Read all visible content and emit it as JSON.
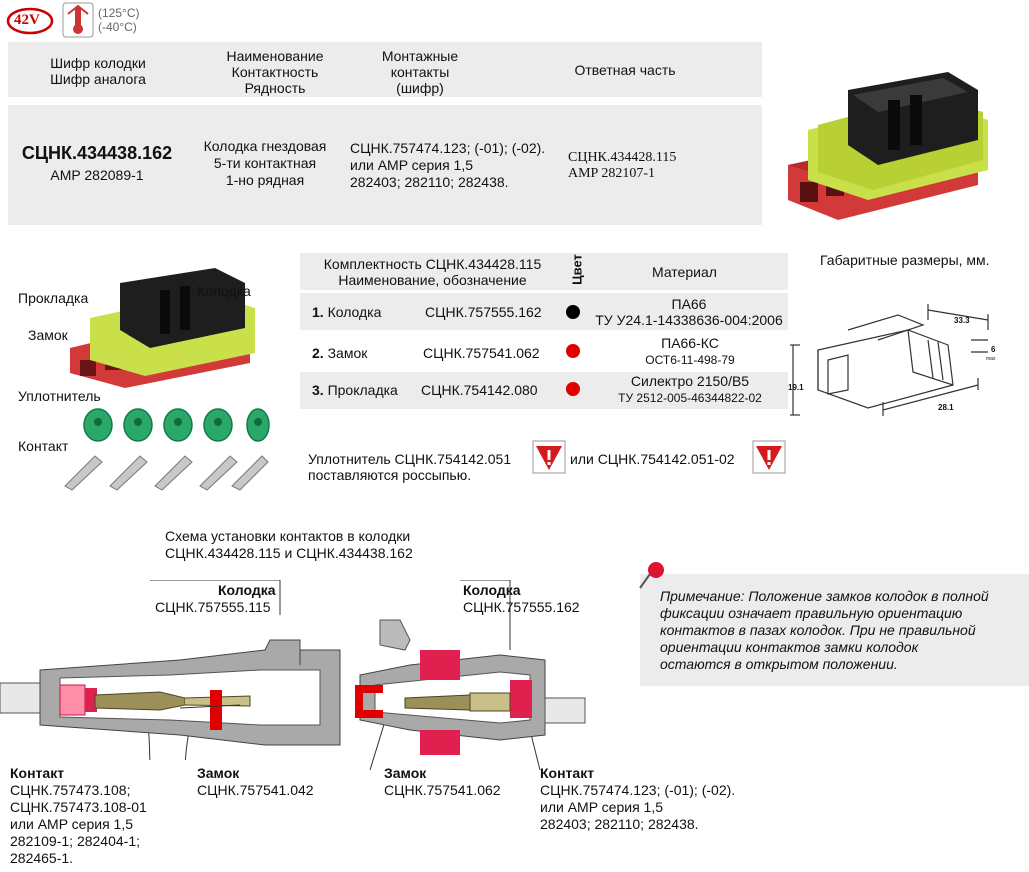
{
  "badge": {
    "voltage": "42V",
    "temp_high": "(125°C)",
    "temp_low": "(-40°C)"
  },
  "header": {
    "col1": [
      "Шифр колодки",
      "Шифр аналога"
    ],
    "col2": [
      "Наименование",
      "Контактность",
      "Рядность"
    ],
    "col3": [
      "Монтажные",
      "контакты",
      "(шифр)"
    ],
    "col4": "Ответная часть"
  },
  "product": {
    "code": "СЦНК.434438.162",
    "analog": "AMP 282089-1",
    "name": [
      "Колодка гнездовая",
      "5-ти контактная",
      "1-но рядная"
    ],
    "contacts": [
      "СЦНК.757474.123; (-01); (-02).",
      "или AMP серия 1,5",
      "282403; 282110; 282438."
    ],
    "mate": [
      "СЦНК.434428.115",
      "AMP 282107-1"
    ]
  },
  "parts_labels": [
    "Прокладка",
    "Колодка",
    "Замок",
    "Уплотнитель",
    "Контакт"
  ],
  "kit": {
    "title": [
      "Комплектность СЦНК.434428.115",
      "Наименование, обозначение"
    ],
    "color_header": "Цвет",
    "material_header": "Материал",
    "rows": [
      {
        "num": "1.",
        "name": "Колодка",
        "code": "СЦНК.757555.162",
        "color": "#000000",
        "mat1": "ПА66",
        "mat2": "ТУ У24.1-14338636-004:2006"
      },
      {
        "num": "2.",
        "name": "Замок",
        "code": "СЦНК.757541.062",
        "color": "#e00000",
        "mat1": "ПА66-КС",
        "mat2": "ОСТ6-11-498-79"
      },
      {
        "num": "3.",
        "name": "Прокладка",
        "code": "СЦНК.754142.080",
        "color": "#e00000",
        "mat1": "Силектро 2150/B5",
        "mat2": "ТУ 2512-005-46344822-02"
      }
    ]
  },
  "seal_note": {
    "part1": "Уплотнитель СЦНК.754142.051",
    "part2": "или СЦНК.754142.051-02",
    "part3": "поставляются россыпью."
  },
  "dimensions": {
    "title": "Габаритные размеры, мм.",
    "d1": "33.3",
    "d2": "6",
    "d2_sub": "max",
    "d3": "19.1",
    "d4": "28.1"
  },
  "scheme": {
    "title1": "Схема установки контактов в колодки",
    "title2": "СЦНК.434428.115 и СЦНК.434438.162"
  },
  "left_callouts": {
    "kolodka_label": "Колодка",
    "kolodka_code": "СЦНК.757555.115",
    "zamok_label": "Замок",
    "zamok_code": "СЦНК.757541.042",
    "kontakt_label": "Контакт",
    "kontakt_lines": [
      "СЦНК.757473.108;",
      "СЦНК.757473.108-01",
      "или AMP серия 1,5",
      "282109-1; 282404-1;",
      "282465-1."
    ]
  },
  "right_callouts": {
    "kolodka_label": "Колодка",
    "kolodka_code": "СЦНК.757555.162",
    "zamok_label": "Замок",
    "zamok_code": "СЦНК.757541.062",
    "kontakt_label": "Контакт",
    "kontakt_lines": [
      "СЦНК.757474.123; (-01); (-02).",
      "или AMP серия 1,5",
      "282403; 282110; 282438."
    ]
  },
  "note": {
    "lines": [
      "Примечание: Положение замков колодок в полной",
      "фиксации означает правильную ориентацию",
      "контактов в пазах колодок. При не правильной",
      "ориентации контактов замки колодок",
      "остаются в открытом положении."
    ]
  }
}
